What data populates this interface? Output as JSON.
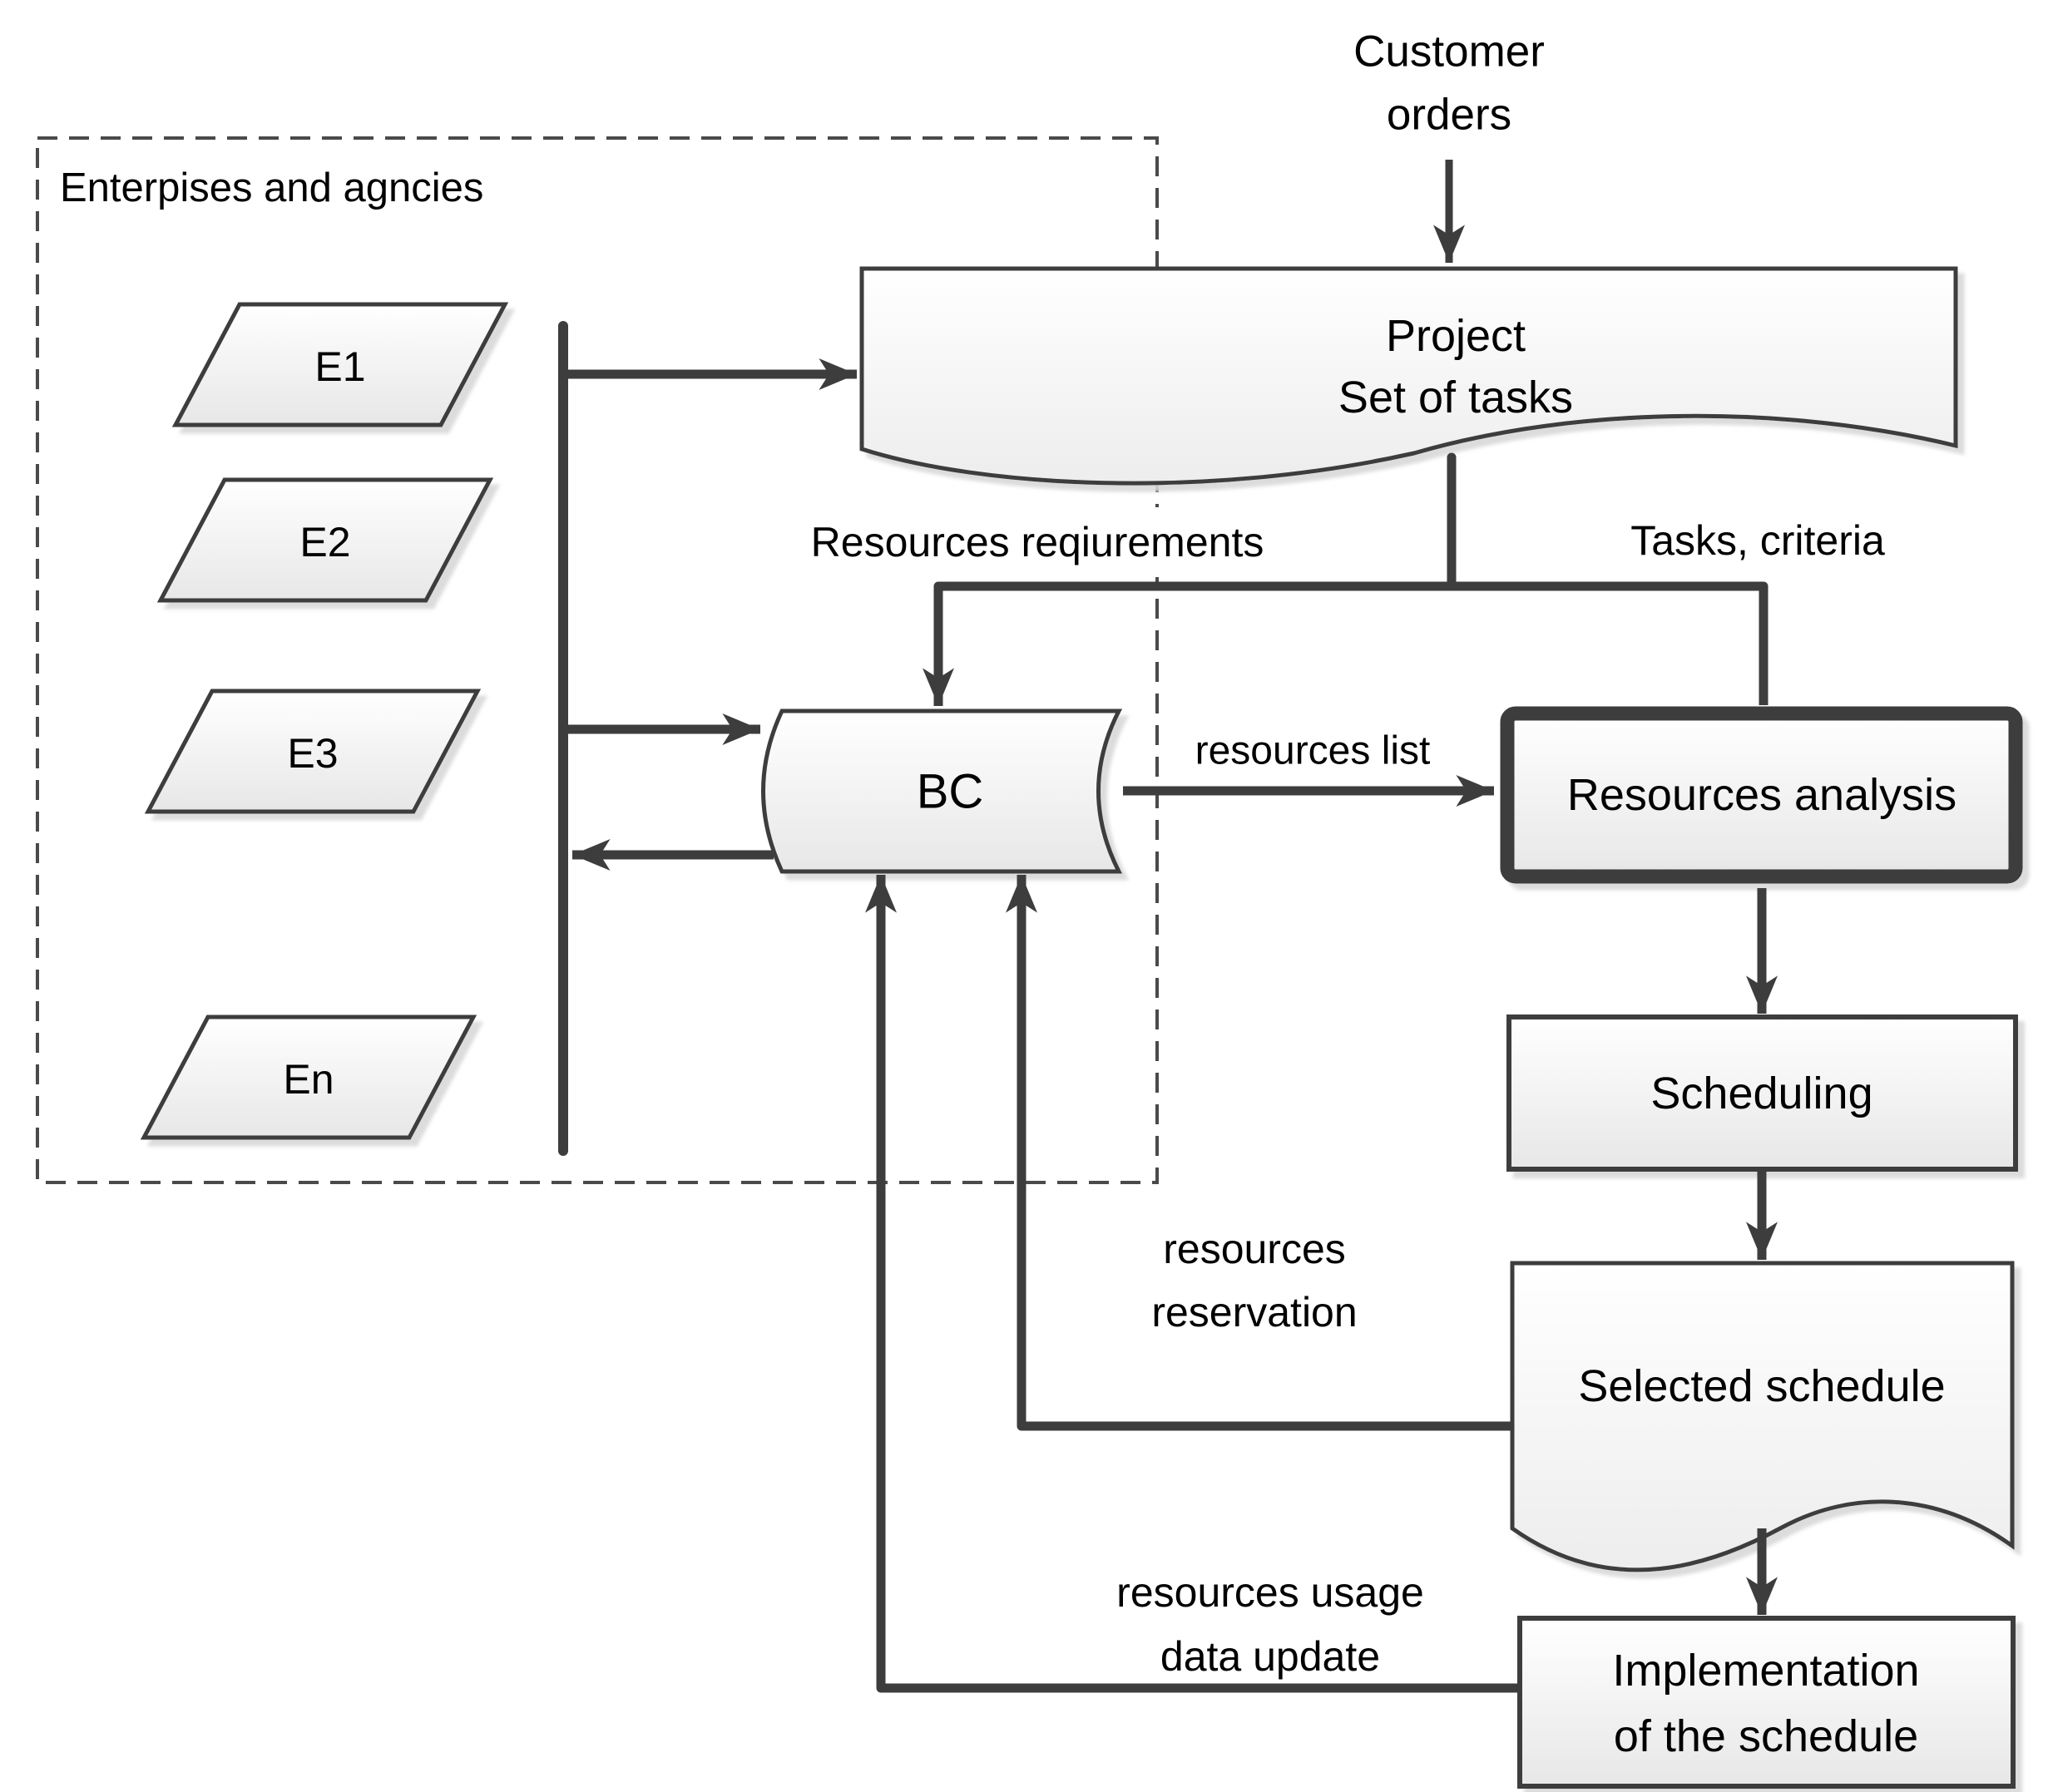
{
  "diagram": {
    "group_label": "Enterpises and agncies",
    "customer_orders": {
      "line1": "Customer",
      "line2": "orders"
    },
    "enterprises": [
      {
        "label": "E1"
      },
      {
        "label": "E2"
      },
      {
        "label": "E3"
      },
      {
        "label": "En"
      }
    ],
    "nodes": {
      "project": {
        "line1": "Project",
        "line2": "Set of tasks"
      },
      "bc": {
        "label": "BC"
      },
      "resources_analysis": {
        "label": "Resources analysis"
      },
      "scheduling": {
        "label": "Scheduling"
      },
      "selected_schedule": {
        "label": "Selected schedule"
      },
      "implementation": {
        "line1": "Implementation",
        "line2": "of the schedule"
      }
    },
    "edge_labels": {
      "resources_requirements": "Resources reqiurements",
      "tasks_criteria": "Tasks, criteria",
      "resources_list": "resources list",
      "resources_reservation": {
        "line1": "resources",
        "line2": "reservation"
      },
      "resources_usage": {
        "line1": "resources usage",
        "line2": "data update"
      }
    },
    "colors": {
      "line": "#3d3d3d",
      "text": "#000000",
      "shape_fill_top": "#ffffff",
      "shape_fill_bottom": "#e7e7e7",
      "shadow": "#d8d8d8",
      "dashed_border": "#4a4a4a"
    }
  }
}
